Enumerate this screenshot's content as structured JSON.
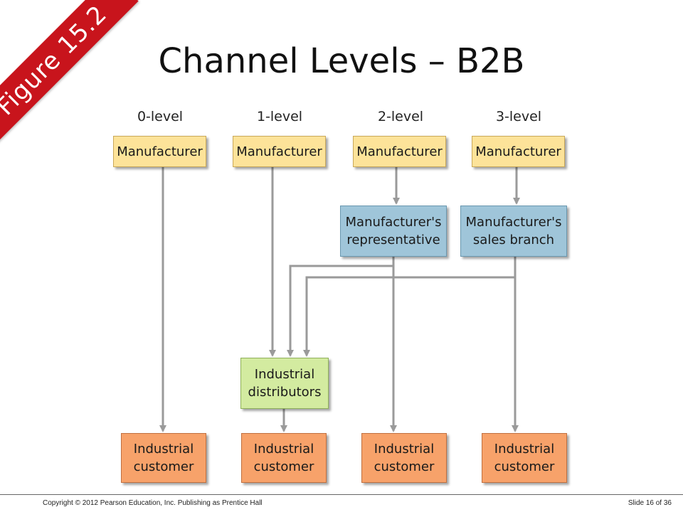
{
  "figure_label": "Figure 15.2",
  "title": "Channel Levels – B2B",
  "levels": [
    "0-level",
    "1-level",
    "2-level",
    "3-level"
  ],
  "manufacturer": "Manufacturer",
  "intermediaries": {
    "representative": "Manufacturer's\nrepresentative",
    "sales_branch": "Manufacturer's\nsales branch",
    "distributors": "Industrial\ndistributors"
  },
  "customer": "Industrial\ncustomer",
  "footer": {
    "copyright": "Copyright © 2012 Pearson Education, Inc. Publishing as Prentice Hall",
    "slide": "Slide 16 of 36"
  },
  "colors": {
    "manufacturer": "#fde399",
    "intermediary": "#9fc5d9",
    "distributor": "#d3eba0",
    "customer": "#f7a26a",
    "ribbon": "#c8141c",
    "arrow": "#9a9a9a"
  }
}
